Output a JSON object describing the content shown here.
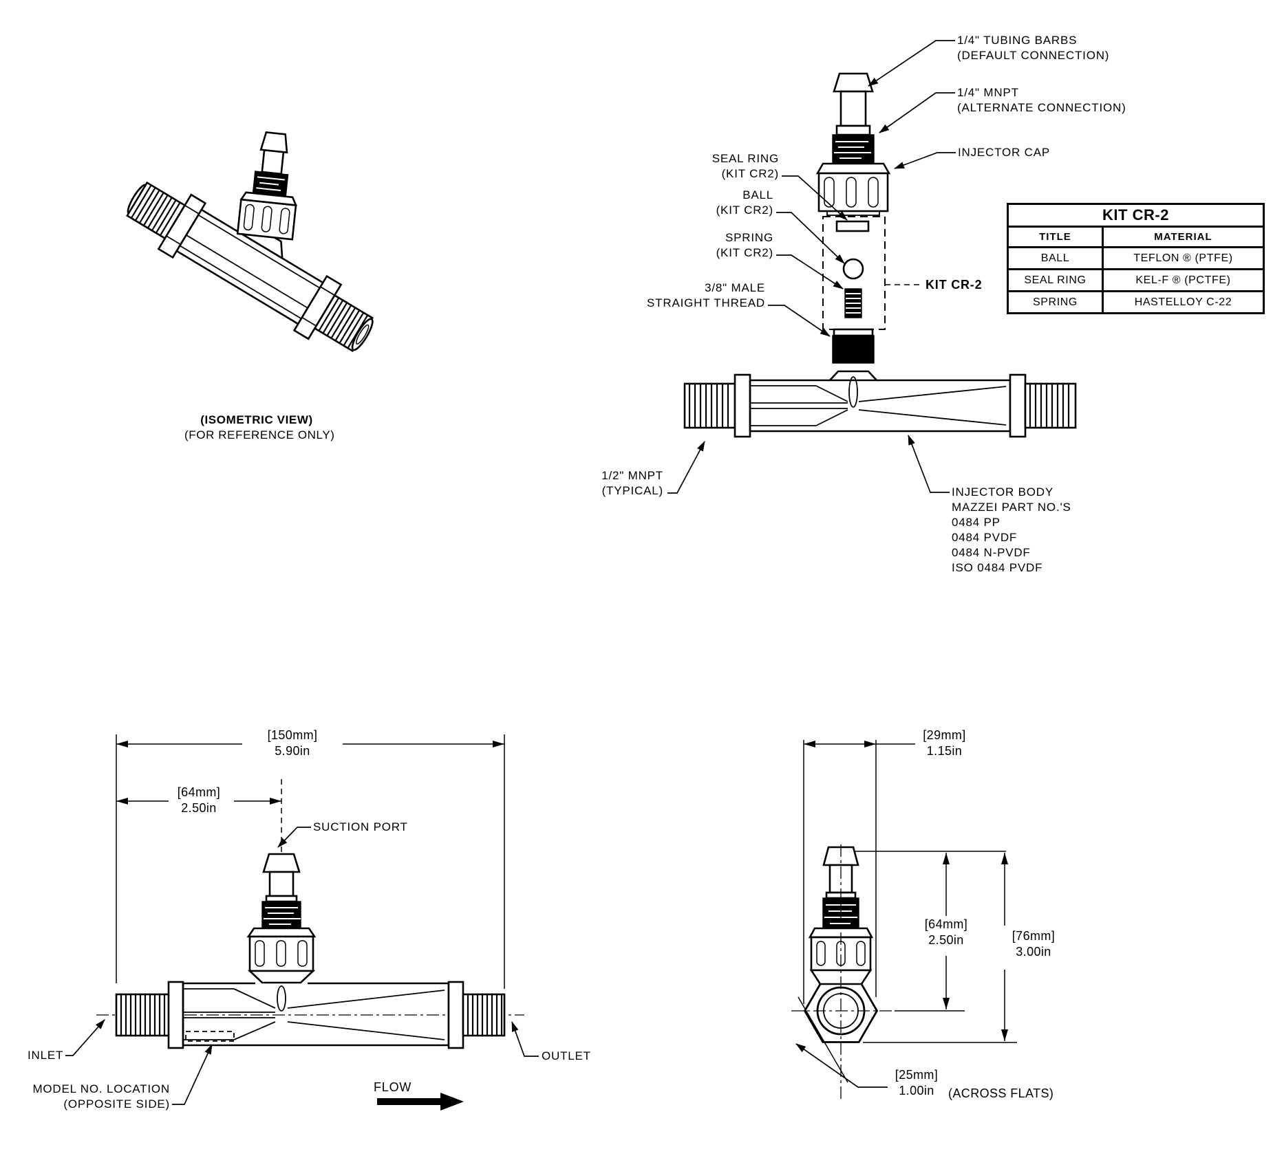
{
  "isometric": {
    "caption_bold": "(ISOMETRIC VIEW)",
    "caption_sub": "(FOR REFERENCE ONLY)"
  },
  "exploded": {
    "tubing_barbs": "1/4\" TUBING BARBS\n(DEFAULT CONNECTION)",
    "mnpt_quarter": "1/4\" MNPT\n(ALTERNATE CONNECTION)",
    "injector_cap": "INJECTOR CAP",
    "seal_ring": "SEAL RING\n(KIT CR2)",
    "ball": "BALL\n(KIT CR2)",
    "spring": "SPRING\n(KIT CR2)",
    "male_straight_thread": "3/8\" MALE\nSTRAIGHT THREAD",
    "kit_label": "KIT CR-2",
    "mnpt_half": "1/2\" MNPT\n(TYPICAL)",
    "injector_body": "INJECTOR BODY\nMAZZEI PART NO.'S\n0484 PP\n0484 PVDF\n0484 N-PVDF\nISO 0484 PVDF"
  },
  "kit_table": {
    "title": "KIT CR-2",
    "headers": {
      "title": "TITLE",
      "material": "MATERIAL"
    },
    "rows": [
      {
        "title": "BALL",
        "material": "TEFLON ® (PTFE)"
      },
      {
        "title": "SEAL RING",
        "material": "KEL-F ® (PCTFE)"
      },
      {
        "title": "SPRING",
        "material": "HASTELLOY C-22"
      }
    ]
  },
  "front_view": {
    "dim_overall": "[150mm]\n5.90in",
    "dim_suction": "[64mm]\n2.50in",
    "suction_port": "SUCTION PORT",
    "inlet": "INLET",
    "outlet": "OUTLET",
    "model_no": "MODEL NO. LOCATION\n(OPPOSITE SIDE)",
    "flow": "FLOW"
  },
  "end_view": {
    "dim_width": "[29mm]\n1.15in",
    "dim_center_height": "[64mm]\n2.50in",
    "dim_overall_height": "[76mm]\n3.00in",
    "dim_across_flats": "[25mm]\n1.00in",
    "across_flats_note": "(ACROSS FLATS)"
  },
  "colors": {
    "line": "#000000",
    "background": "#ffffff"
  }
}
